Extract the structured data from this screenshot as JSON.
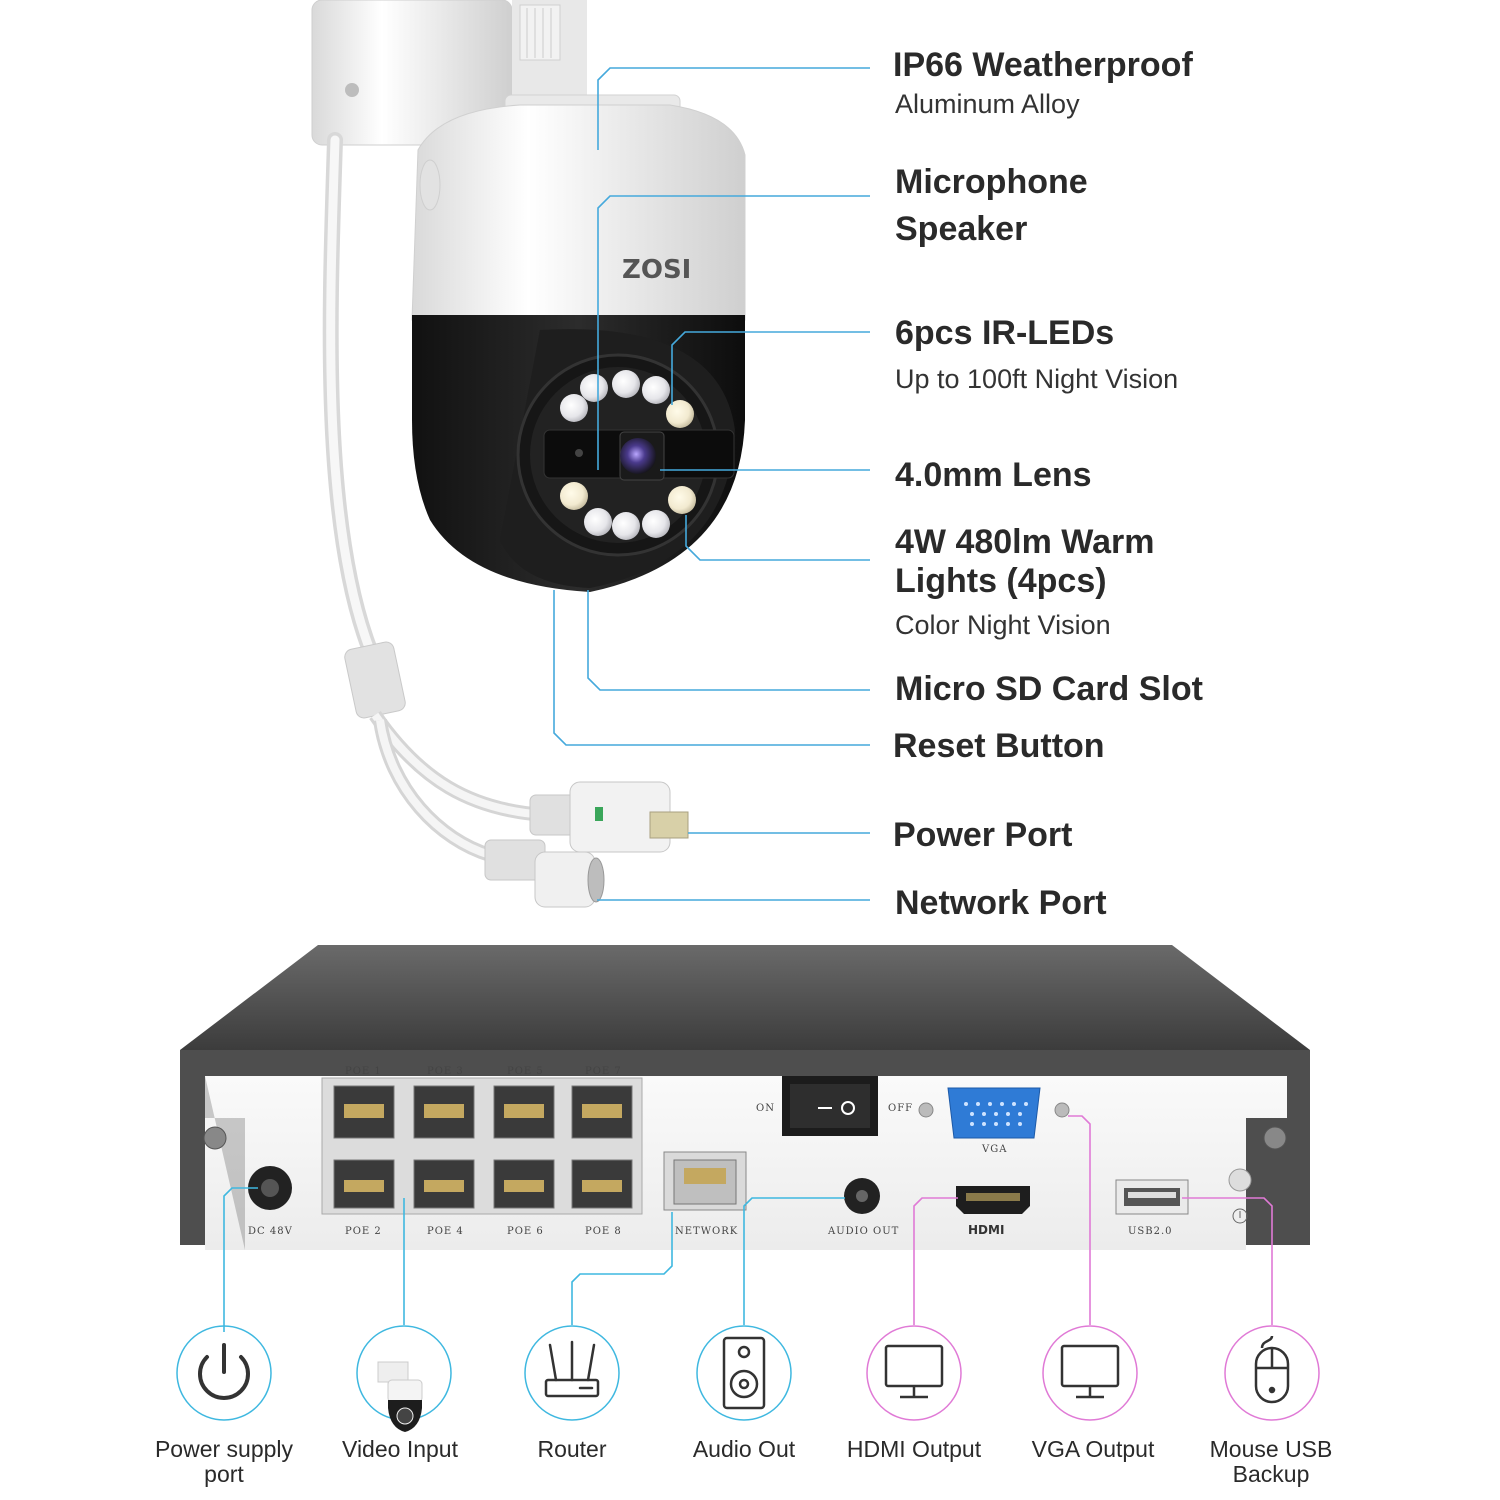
{
  "camera": {
    "brand": "ZOSI"
  },
  "callouts": [
    {
      "title": "IP66 Weatherproof",
      "subtitle": "Aluminum Alloy"
    },
    {
      "title": "Microphone",
      "subtitle": ""
    },
    {
      "title": "Speaker",
      "subtitle": ""
    },
    {
      "title": "6pcs IR-LEDs",
      "subtitle": "Up to 100ft Night Vision"
    },
    {
      "title": "4.0mm Lens",
      "subtitle": ""
    },
    {
      "title": "4W 480lm Warm",
      "subtitle": ""
    },
    {
      "title": "Lights (4pcs)",
      "subtitle": "Color Night Vision"
    },
    {
      "title": "Micro SD Card Slot",
      "subtitle": ""
    },
    {
      "title": "Reset Button",
      "subtitle": ""
    },
    {
      "title": "Power Port",
      "subtitle": ""
    },
    {
      "title": "Network Port",
      "subtitle": ""
    }
  ],
  "nvr": {
    "poe_top": [
      "POE 1",
      "POE 3",
      "POE 5",
      "POE 7"
    ],
    "poe_bottom": [
      "POE 2",
      "POE 4",
      "POE 6",
      "POE 8"
    ],
    "dc": "DC 48V",
    "network": "NETWORK",
    "audio_out": "AUDIO OUT",
    "hdmi": "HDMI",
    "vga": "VGA",
    "usb": "USB2.0",
    "on": "ON",
    "off": "OFF"
  },
  "connections": [
    {
      "label": "Power supply\nport",
      "icon": "power-icon",
      "color": "#3fb8e0"
    },
    {
      "label": "Video Input",
      "icon": "camera-thumbnail-icon",
      "color": "#3fb8e0"
    },
    {
      "label": "Router",
      "icon": "router-icon",
      "color": "#3fb8e0"
    },
    {
      "label": "Audio Out",
      "icon": "speaker-icon",
      "color": "#3fb8e0"
    },
    {
      "label": "HDMI Output",
      "icon": "monitor-icon",
      "color": "#e07ad6"
    },
    {
      "label": "VGA Output",
      "icon": "monitor-icon",
      "color": "#e07ad6"
    },
    {
      "label": "Mouse USB\nBackup",
      "icon": "mouse-icon",
      "color": "#e07ad6"
    }
  ],
  "colors": {
    "accent_blue": "#3fb8e0",
    "accent_pink": "#e07ad6",
    "leader": "#45a9dc"
  }
}
